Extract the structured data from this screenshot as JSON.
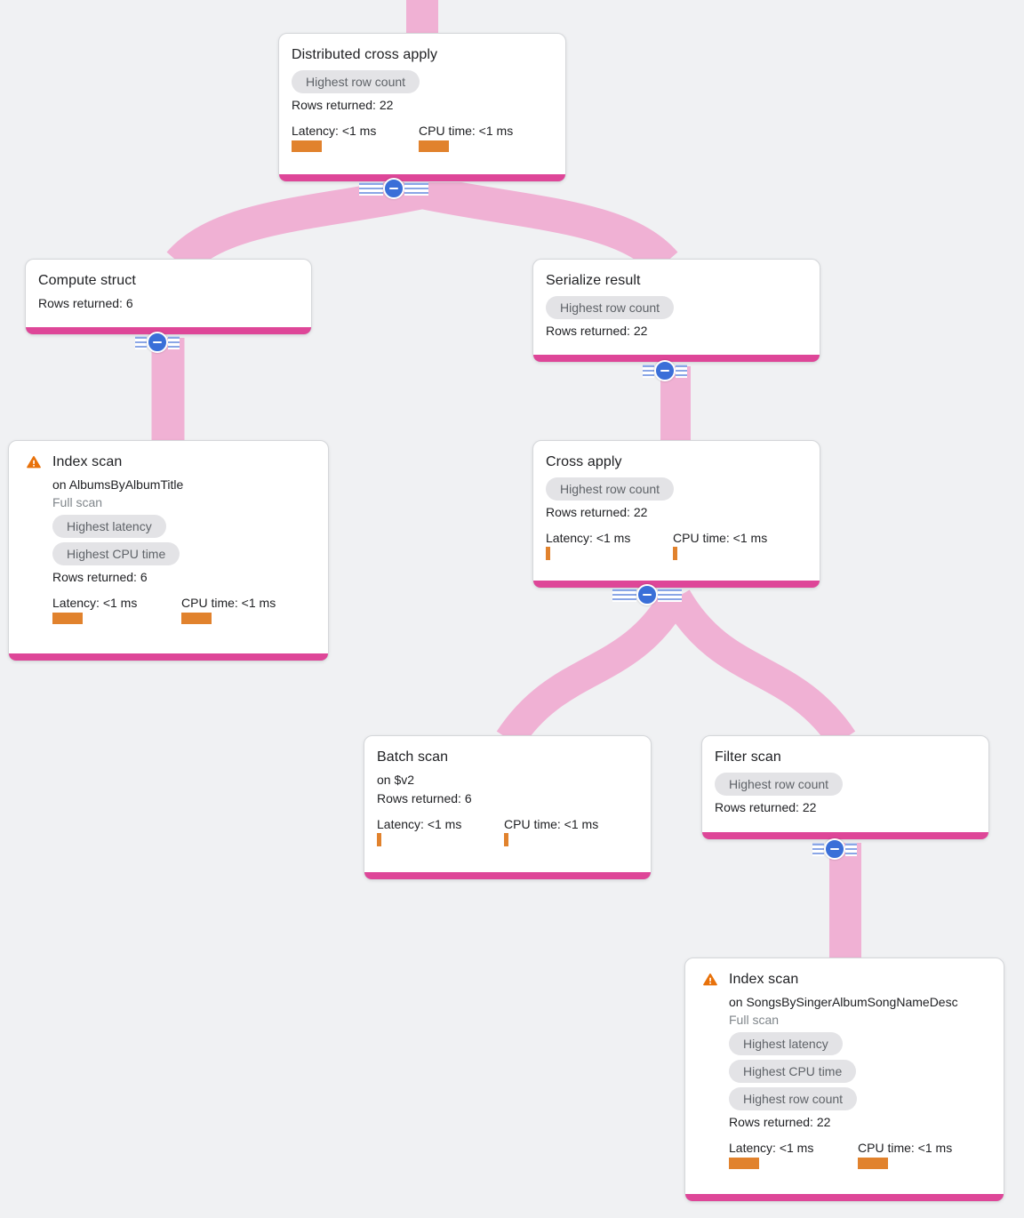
{
  "colors": {
    "background": "#f0f1f3",
    "node_accent_bar": "#de4698",
    "flow_ribbon": "#f0b1d4",
    "metric_bar": "#e1822d",
    "warning_icon": "#e8710a",
    "badge_bg": "#e3e3e6",
    "badge_text": "#5f6368",
    "collapse_button_blue": "#3a6fd8"
  },
  "nodes": [
    {
      "title": "Distributed cross apply",
      "badges": [
        "Highest row count"
      ],
      "rows": "Rows returned: 22",
      "latency_label": "Latency: <1 ms",
      "cpu_label": "CPU time: <1 ms"
    },
    {
      "title": "Compute struct",
      "rows": "Rows returned: 6"
    },
    {
      "title": "Serialize result",
      "badges": [
        "Highest row count"
      ],
      "rows": "Rows returned: 22"
    },
    {
      "title": "Index scan",
      "subtitle": "on AlbumsByAlbumTitle",
      "scan_type": "Full scan",
      "badges": [
        "Highest latency",
        "Highest CPU time"
      ],
      "rows": "Rows returned: 6",
      "latency_label": "Latency: <1 ms",
      "cpu_label": "CPU time: <1 ms"
    },
    {
      "title": "Cross apply",
      "badges": [
        "Highest row count"
      ],
      "rows": "Rows returned: 22",
      "latency_label": "Latency: <1 ms",
      "cpu_label": "CPU time: <1 ms"
    },
    {
      "title": "Batch scan",
      "subtitle": "on $v2",
      "rows": "Rows returned: 6",
      "latency_label": "Latency: <1 ms",
      "cpu_label": "CPU time: <1 ms"
    },
    {
      "title": "Filter scan",
      "badges": [
        "Highest row count"
      ],
      "rows": "Rows returned: 22"
    },
    {
      "title": "Index scan",
      "subtitle": "on SongsBySingerAlbumSongNameDesc",
      "scan_type": "Full scan",
      "badges": [
        "Highest latency",
        "Highest CPU time",
        "Highest row count"
      ],
      "rows": "Rows returned: 22",
      "latency_label": "Latency: <1 ms",
      "cpu_label": "CPU time: <1 ms"
    }
  ],
  "edges": [
    {
      "from": "(root)",
      "to": "Distributed cross apply"
    },
    {
      "from": "Distributed cross apply",
      "to": "Compute struct"
    },
    {
      "from": "Distributed cross apply",
      "to": "Serialize result"
    },
    {
      "from": "Compute struct",
      "to": "Index scan (AlbumsByAlbumTitle)"
    },
    {
      "from": "Serialize result",
      "to": "Cross apply"
    },
    {
      "from": "Cross apply",
      "to": "Batch scan"
    },
    {
      "from": "Cross apply",
      "to": "Filter scan"
    },
    {
      "from": "Filter scan",
      "to": "Index scan (SongsBySingerAlbumSongNameDesc)"
    }
  ]
}
